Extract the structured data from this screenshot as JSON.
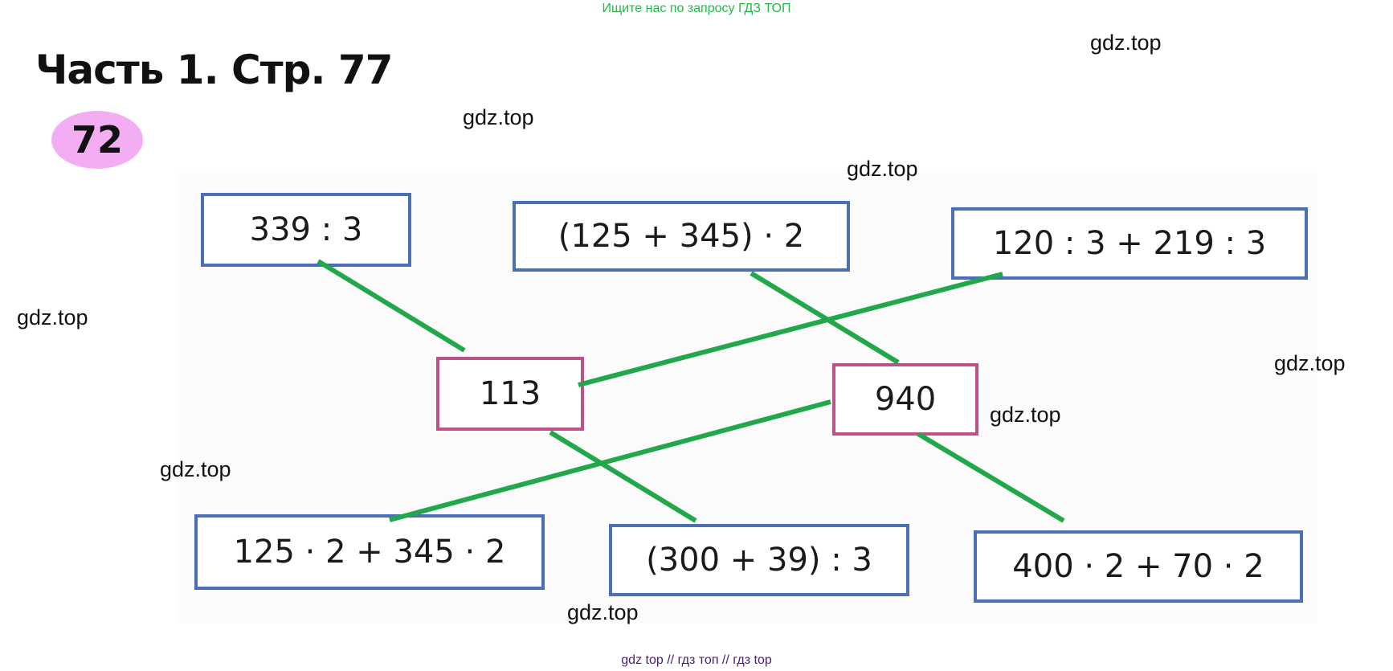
{
  "banner": "Ищите нас по запросу ГДЗ ТОП",
  "title": "Часть 1. Стр. 77",
  "task_number": "72",
  "watermark": "gdz.top",
  "expressions": {
    "top_left": "339 : 3",
    "top_middle": "(125 + 345) · 2",
    "top_right": "120 : 3 + 219 : 3",
    "bottom_left": "125 · 2 + 345 · 2",
    "bottom_middle": "(300 + 39) : 3",
    "bottom_right": "400 · 2 + 70 · 2"
  },
  "results": {
    "left": "113",
    "right": "940"
  },
  "colors": {
    "banner_text": "#22bb44",
    "expression_border": "#4a6fb5",
    "result_border": "#c0508a",
    "connector_line": "#22a84a",
    "badge": "#f3aef3"
  },
  "footer": "gdz top  //  гдз топ  //  гдз top"
}
